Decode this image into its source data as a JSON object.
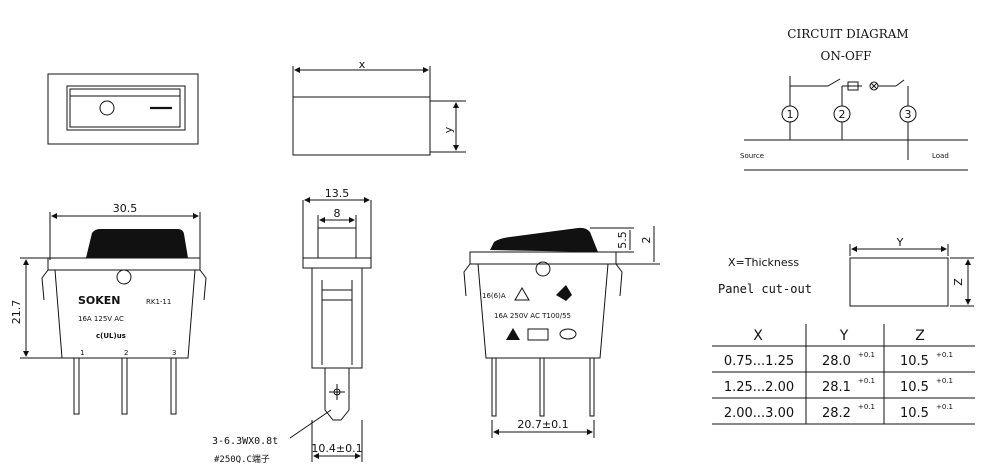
{
  "dimensions": {
    "x": "x",
    "y": "y",
    "width": "30.5",
    "height": "21.7",
    "depth": "13.5",
    "inner_width": "8",
    "terminal_spec": "3-6.3WX0.8t",
    "terminal_note": "#250Q.C端子",
    "pin_spacing": "10.4±0.1",
    "body_width": "20.7±0.1",
    "rocker_height": "5.5",
    "rocker_offset": "2"
  },
  "front_switch": {
    "brand": "SOKEN",
    "model": "RK1-11",
    "rating": "16A 125V AC",
    "pins": [
      "1",
      "2",
      "3"
    ]
  },
  "side_switch": {
    "rating_top": "16(6)A",
    "rating_bottom": "16A 250V AC T100/55"
  },
  "circuit": {
    "title": "CIRCUIT DIAGRAM",
    "subtitle": "ON-OFF",
    "nodes": [
      "1",
      "2",
      "3"
    ],
    "source_label": "Source",
    "load_label": "Load"
  },
  "panel": {
    "thickness_label": "X=Thickness",
    "cutout_label": "Panel cut-out",
    "y_label": "Y",
    "z_label": "Z"
  },
  "table": {
    "headers": [
      "X",
      "Y",
      "Z"
    ],
    "rows": [
      {
        "x": "0.75...1.25",
        "y": "28.0",
        "y_tol": "+0.1",
        "z": "10.5",
        "z_tol": "+0.1"
      },
      {
        "x": "1.25...2.00",
        "y": "28.1",
        "y_tol": "+0.1",
        "z": "10.5",
        "z_tol": "+0.1"
      },
      {
        "x": "2.00...3.00",
        "y": "28.2",
        "y_tol": "+0.1",
        "z": "10.5",
        "z_tol": "+0.1"
      }
    ]
  }
}
